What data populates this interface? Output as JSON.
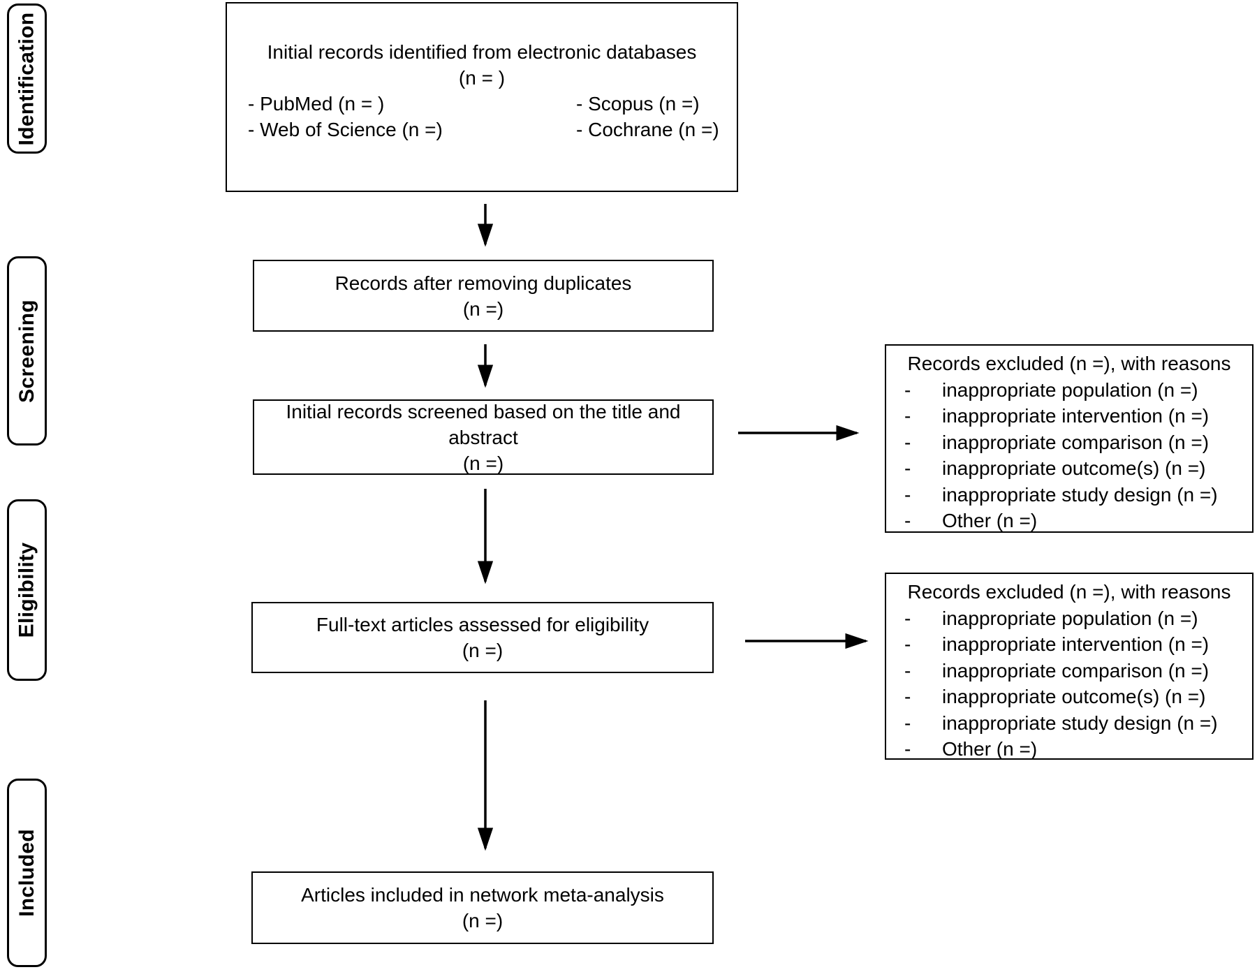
{
  "colors": {
    "line": "#000000",
    "text": "#000000",
    "background": "#ffffff"
  },
  "stages": [
    {
      "label": "Identification"
    },
    {
      "label": "Screening"
    },
    {
      "label": "Eligibility"
    },
    {
      "label": "Included"
    }
  ],
  "flow": {
    "identified": {
      "title": "Initial records identified from electronic  databases",
      "count": "(n = )",
      "source_rows": [
        {
          "left": "- PubMed (n = )",
          "right": "- Scopus (n =)"
        },
        {
          "left": "- Web of Science (n =)",
          "right": "- Cochrane (n =)"
        }
      ]
    },
    "deduplicated": {
      "title": "Records after removing duplicates",
      "count": "(n =)"
    },
    "screened": {
      "title": "Initial records screened based on the title and abstract",
      "count": "(n =)"
    },
    "fulltext": {
      "title": "Full-text articles assessed for eligibility",
      "count": "(n =)"
    },
    "included": {
      "title": "Articles included in network meta-analysis",
      "count": "(n =)"
    }
  },
  "excluded_top": {
    "title": "Records excluded (n =), with reasons",
    "reasons": [
      {
        "dash": "-",
        "text": "inappropriate population (n =)"
      },
      {
        "dash": "-",
        "text": "inappropriate intervention (n =)"
      },
      {
        "dash": "-",
        "text": "inappropriate comparison (n =)"
      },
      {
        "dash": "-",
        "text": "inappropriate outcome(s) (n =)"
      },
      {
        "dash": "-",
        "text": "inappropriate study design (n =)"
      },
      {
        "dash": "-",
        "text": "Other (n =)"
      }
    ]
  },
  "excluded_bottom": {
    "title": "Records excluded (n =), with reasons",
    "reasons": [
      {
        "dash": "-",
        "text": "inappropriate population (n =)"
      },
      {
        "dash": "-",
        "text": "inappropriate intervention (n =)"
      },
      {
        "dash": "-",
        "text": "inappropriate comparison (n =)"
      },
      {
        "dash": "-",
        "text": "inappropriate outcome(s) (n =)"
      },
      {
        "dash": "-",
        "text": "inappropriate study design (n =)"
      },
      {
        "dash": "-",
        "text": "Other (n =)"
      }
    ]
  }
}
